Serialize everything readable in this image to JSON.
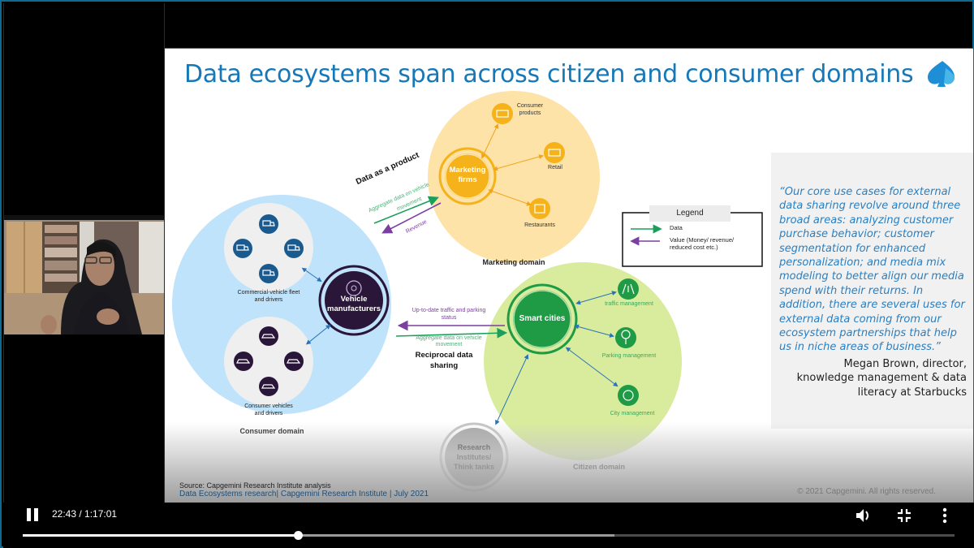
{
  "player": {
    "time_current": "22:43",
    "time_total": "1:17:01",
    "time_display": "22:43 / 1:17:01",
    "progress_percent": 29.5,
    "buffered_percent": 63.5,
    "icons": {
      "play_pause": "pause-icon",
      "volume": "volume-icon",
      "exit_fullscreen": "exit-fullscreen-icon",
      "more": "more-vertical-icon"
    }
  },
  "webcam": {
    "description": "Presenter video feed"
  },
  "slide": {
    "title": "Data ecosystems span across citizen and consumer domains",
    "logo": "capgemini-spade-logo",
    "colors": {
      "title": "#1778b8",
      "consumer_domain": "#bfe3fb",
      "marketing_domain": "#fde3a7",
      "citizen_domain": "#d9ec9d",
      "vehicle_hub": "#2a1638",
      "marketing_hub": "#f6b21b",
      "smart_hub": "#1f9a45",
      "data_arrow": "#1aa05a",
      "value_arrow": "#7a3fa0"
    },
    "marketing": {
      "hub": "Marketing firms",
      "domain_label": "Marketing domain",
      "nodes": [
        "Consumer products",
        "Retail",
        "Restaurants"
      ]
    },
    "consumer": {
      "hub_line1": "Vehicle",
      "hub_line2": "manufacturers",
      "domain_label": "Consumer domain",
      "fleet_label_1": "Commercial-vehicle fleet",
      "fleet_label_2": "and drivers",
      "consumer_label_1": "Consumer vehicles",
      "consumer_label_2": "and drivers"
    },
    "citizen": {
      "hub": "Smart cities",
      "domain_label": "Citizen domain",
      "nodes": [
        "traffic management",
        "Parking management",
        "City management"
      ]
    },
    "research": {
      "line1": "Research",
      "line2": "Institutes/",
      "line3": "Think tanks"
    },
    "flows": {
      "data_as_product": "Data as a product",
      "aggregate_1": "Aggregate data on vehicle",
      "aggregate_2": "movement",
      "revenue": "Revenue",
      "traffic_status_1": "Up-to-date traffic and parking",
      "traffic_status_2": "status",
      "aggregate_b1": "Aggregate data on vehicle",
      "aggregate_b2": "movement",
      "reciprocal_1": "Reciprocal data",
      "reciprocal_2": "sharing"
    },
    "legend": {
      "title": "Legend",
      "items": [
        {
          "label": "Data"
        },
        {
          "label_1": "Value (Money/ revenue/",
          "label_2": "reduced cost etc.)"
        }
      ]
    },
    "quote": {
      "text": "“Our core use cases for external data sharing revolve around three broad areas: analyzing customer purchase behavior; customer segmentation for enhanced personalization; and media mix modeling to better align our media spend with their returns. In addition, there are several uses for external data coming from our ecosystem partnerships that help us in niche areas of business.”",
      "author": "Megan Brown, director, knowledge management & data literacy at Starbucks"
    },
    "footer": {
      "source": "Source: Capgemini Research Institute analysis",
      "reference": "Data Ecosystems research| Capgemini Research Institute | July 2021",
      "copyright": "© 2021 Capgemini. All rights reserved."
    }
  }
}
